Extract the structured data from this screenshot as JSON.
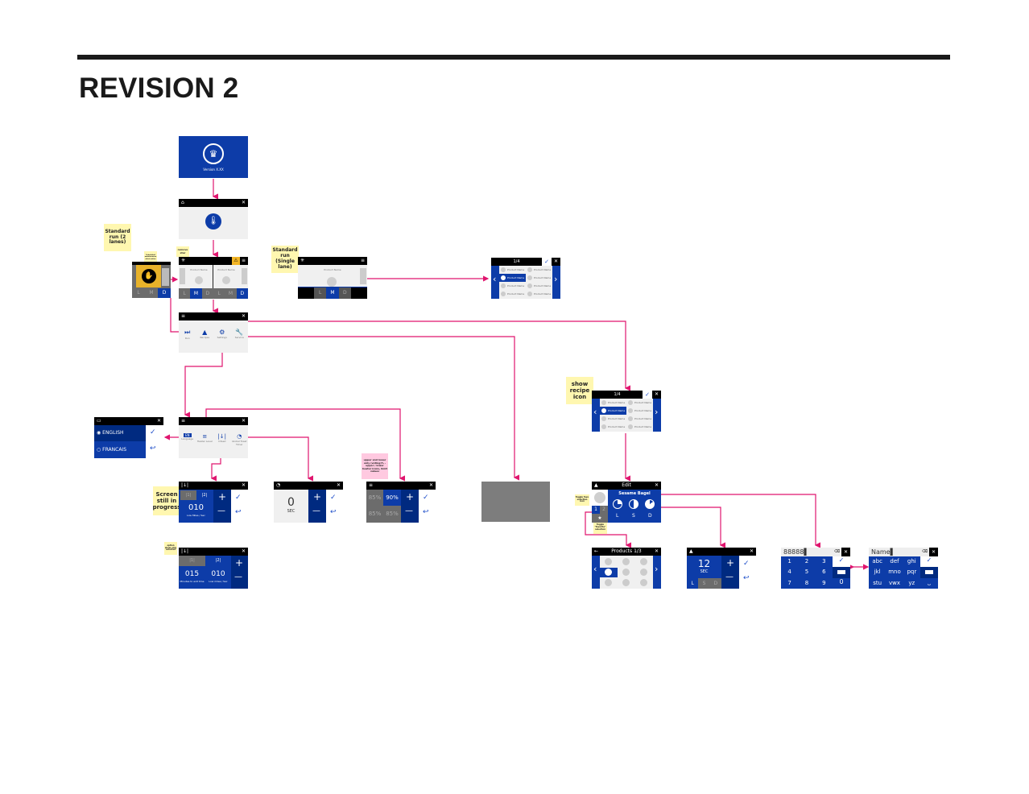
{
  "page": {
    "title": "REVISION 2"
  },
  "colors": {
    "accent_blue": "#0d3ca8",
    "dark_blue": "#002a80",
    "connector": "#e0156e",
    "sticky": "#fff7b0",
    "sticky_pink": "#ffc9e0",
    "warning": "#f2b526"
  },
  "splash": {
    "version": "Version X.XX",
    "logo_icon": "crown-logo-icon"
  },
  "preheat": {
    "home_icon": "home-icon",
    "close_icon": "close-icon",
    "center_icon": "thermometer-icon"
  },
  "notes": {
    "standard_two_lanes": "Standard run (2 lanes)",
    "remove_star": "remove star",
    "tiny_note_run": "Scheduled maintenance alert notice",
    "standard_single_lane": "Standard run (Single lane)",
    "show_recipe_icon": "show recipe icon",
    "screen_in_progress": "Screen still in progress",
    "upper_lower": "upper and lower only (voting)% - upper / lower heater icons, limit values",
    "option_note": "option show only selected",
    "toggle_fav": "Toggle fave selection icon",
    "toggle_favorite": "Toggle \"favorite\" selection"
  },
  "run_two_lane": {
    "lanes": [
      {
        "product": "Product Name",
        "levels": [
          "L",
          "M",
          "D"
        ],
        "selected": "M"
      },
      {
        "product": "Product Name",
        "levels": [
          "L",
          "M",
          "D"
        ],
        "selected": "D"
      }
    ],
    "warning_icon": "warning-icon",
    "menu_icon": "menu-icon",
    "star_icon": "snowflake-icon"
  },
  "run_alert": {
    "levels": [
      "L",
      "M",
      "D"
    ],
    "selected": "D",
    "icon": "hand-timer-icon"
  },
  "run_single_lane": {
    "product": "Product Name",
    "levels": [
      "L",
      "M",
      "D"
    ],
    "selected": "M"
  },
  "product_picker_top": {
    "page": "1/4",
    "items": [
      "Product Name",
      "Product Name",
      "Product Name",
      "Product Name",
      "Product Name",
      "Product Name",
      "Product Name",
      "Product Name"
    ],
    "selected_index": 2
  },
  "main_menu": {
    "items": [
      {
        "label": "Run",
        "icon": "run-icon"
      },
      {
        "label": "Recipes",
        "icon": "recipes-icon"
      },
      {
        "label": "Settings",
        "icon": "gear-icon"
      },
      {
        "label": "Service",
        "icon": "wrench-icon"
      }
    ]
  },
  "settings_menu": {
    "items": [
      {
        "label": "Language",
        "icon": "language-icon",
        "glyph": "EN"
      },
      {
        "label": "Heater Level",
        "icon": "heater-icon"
      },
      {
        "label": "Infeed",
        "icon": "infeed-icon"
      },
      {
        "label": "Global Toast Timer",
        "icon": "timer-icon"
      }
    ]
  },
  "language": {
    "options": [
      "ENGLISH",
      "FRANCAIS"
    ],
    "selected": "ENGLISH"
  },
  "infeed_edit": {
    "tabs": [
      "1",
      "2"
    ],
    "value": "010",
    "unit": "Low Miles / Sec"
  },
  "infeed_edit2": {
    "tabs": [
      "1",
      "2"
    ],
    "values": [
      {
        "value": "015",
        "unit": "Minutes to exit time"
      },
      {
        "value": "010",
        "unit": "Low miles / Sec"
      }
    ]
  },
  "toast_timer": {
    "value": "0",
    "unit": "SEC"
  },
  "heater_level": {
    "values": [
      "85%",
      "90%",
      "85%",
      "85%"
    ],
    "selected_index": 1
  },
  "product_picker_recipes": {
    "page": "1/4",
    "items": [
      "Product Name",
      "Product Name",
      "Product Name",
      "Product Name",
      "Product Name",
      "Product Name",
      "Product Name",
      "Product Name"
    ],
    "selected_index": 2
  },
  "recipe_edit": {
    "title": "Edit",
    "recipe": "Sesame Bagel",
    "levels": [
      "L",
      "S",
      "D"
    ],
    "lanes": [
      "1",
      "2"
    ],
    "fav_icon": "star-icon"
  },
  "products_grid": {
    "title": "Products 1/3"
  },
  "time_edit": {
    "value": "12",
    "unit": "SEC",
    "levels": [
      "L",
      "S",
      "D"
    ]
  },
  "numeric_keypad": {
    "value": "88888",
    "keys": [
      "1",
      "2",
      "3",
      "4",
      "5",
      "6",
      "7",
      "8",
      "9",
      "0"
    ]
  },
  "alpha_keypad": {
    "value": "Name",
    "keys": [
      "abc",
      "def",
      "ghi",
      "jkl",
      "mno",
      "pqr",
      "stu",
      "vwx",
      "yz"
    ]
  },
  "glyphs": {
    "close": "✕",
    "check": "✓",
    "back": "↩",
    "plus": "+",
    "minus": "—",
    "left": "‹",
    "right": "›",
    "home": "⌂",
    "menu": "≡",
    "warning": "⚠",
    "star": "★",
    "snow": "✳"
  }
}
